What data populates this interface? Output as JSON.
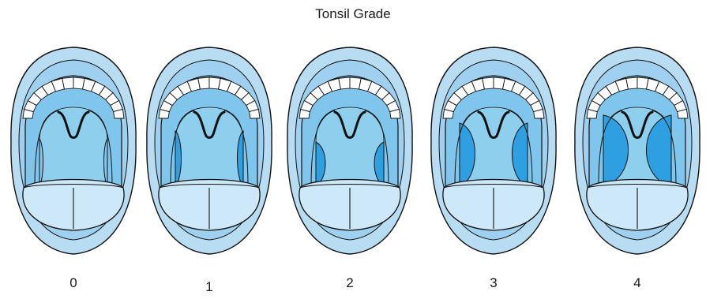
{
  "title": "Tonsil Grade",
  "grades": [
    {
      "label": "0",
      "tonsil_size": 0
    },
    {
      "label": "1",
      "tonsil_size": 1
    },
    {
      "label": "2",
      "tonsil_size": 2
    },
    {
      "label": "3",
      "tonsil_size": 3
    },
    {
      "label": "4",
      "tonsil_size": 4
    }
  ],
  "colors": {
    "outer_lip": "#b8dcf2",
    "inner_lip": "#9fd0ef",
    "oral_cavity": "#7fc5ec",
    "pharynx": "#8ecfee",
    "tonsil": "#2e9fe0",
    "tonsil_dark": "#1888d0",
    "tongue": "#cde8f8",
    "teeth": "#ffffff",
    "outline": "#111111"
  }
}
